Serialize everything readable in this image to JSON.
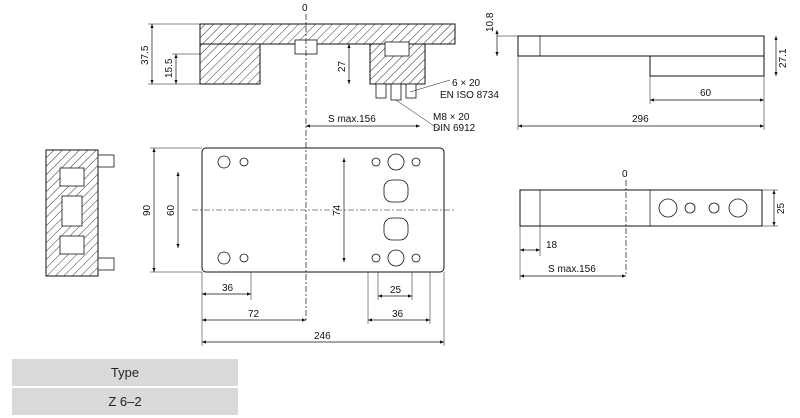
{
  "drawing": {
    "dimensions": {
      "zero_top": "0",
      "zero_right": "0",
      "d10_8": "10.8",
      "d37_5": "37.5",
      "d15_5": "15.5",
      "d27": "27",
      "d27_1": "27.1",
      "d60_top": "60",
      "d296": "296",
      "s_max_top": "S max.156",
      "d90": "90",
      "d60_left": "60",
      "d74": "74",
      "d36_left": "36",
      "d25_bottom": "25",
      "d72": "72",
      "d36_right": "36",
      "d246": "246",
      "d25_right": "25",
      "d18": "18",
      "s_max_right": "S max.156"
    },
    "callouts": {
      "screw_size": "6 × 20",
      "screw_std": "EN ISO 8734",
      "bolt_size": "M8 × 20",
      "bolt_std": "DIN 6912"
    }
  },
  "table": {
    "header": "Type",
    "value": "Z 6–2"
  }
}
